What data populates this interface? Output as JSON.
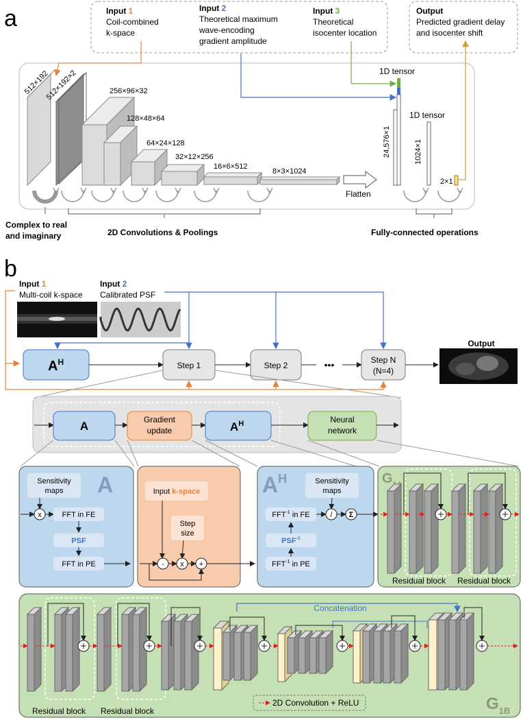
{
  "panel_a": {
    "label": "a",
    "input1": {
      "title": "Input",
      "num": "1",
      "line1": "Coil-combined",
      "line2": "k-space"
    },
    "input2": {
      "title": "Input",
      "num": "2",
      "line1": "Theoretical maximum",
      "line2": "wave-encoding",
      "line3": "gradient amplitude"
    },
    "input3": {
      "title": "Input",
      "num": "3",
      "line1": "Theoretical",
      "line2": "isocenter location"
    },
    "output": {
      "title": "Output",
      "line1": "Predicted gradient delay",
      "line2": "and isocenter shift"
    },
    "dims": [
      "512×192",
      "512×192×2",
      "256×96×32",
      "128×48×64",
      "64×24×128",
      "32×12×256",
      "16×6×512",
      "8×3×1024"
    ],
    "flatten": "Flatten",
    "tensor1": "1D tensor",
    "tensor2": "1D tensor",
    "fc_dims": [
      "24,576×1",
      "1024×1",
      "2×1"
    ],
    "captions": {
      "complex": "Complex to real",
      "complex2": "and imaginary",
      "conv": "2D Convolutions & Poolings",
      "fc": "Fully-connected operations"
    }
  },
  "panel_b": {
    "label": "b",
    "input1": {
      "title": "Input",
      "num": "1",
      "sub": "Multi-coil k-space"
    },
    "input2": {
      "title": "Input",
      "num": "2",
      "sub": "Calibrated PSF"
    },
    "output": "Output",
    "ah": "A",
    "ah_sup": "H",
    "steps": [
      "Step 1",
      "Step 2",
      "Step N",
      "(N=4)"
    ],
    "ellipsis": "•••",
    "detail": {
      "a": "A",
      "grad1": "Gradient",
      "grad2": "update",
      "ah": "A",
      "ah_sup": "H",
      "nn1": "Neural",
      "nn2": "network"
    },
    "box_a": {
      "big": "A",
      "sens1": "Sensitivity",
      "sens2": "maps",
      "x": "x",
      "fft_fe": "FFT in FE",
      "psf": "PSF",
      "fft_pe": "FFT in PE"
    },
    "box_grad": {
      "input_pre": "Input ",
      "input_hl": "k-space",
      "step1": "Step",
      "step2": "size",
      "minus": "-",
      "x": "x",
      "plus": "+"
    },
    "box_ah": {
      "big": "A",
      "big_sup": "H",
      "sens1": "Sensitivity",
      "sens2": "maps",
      "div": "/",
      "sigma": "Σ",
      "ifft_fe": "FFT",
      "ifft_fe_sup": "-1",
      "ifft_fe_rest": " in FE",
      "psf": "PSF",
      "psf_sup": "-1",
      "ifft_pe": "FFT",
      "ifft_pe_sup": "-1",
      "ifft_pe_rest": " in PE"
    },
    "g1a": {
      "label": "G",
      "sub": "1A",
      "res1": "Residual block",
      "res2": "Residual block"
    },
    "g1b": {
      "label": "G",
      "sub": "1B",
      "res1": "Residual block",
      "res2": "Residual block",
      "concat": "Concatenation",
      "legend": "2D Convolution + ReLU"
    }
  },
  "colors": {
    "orange": "#e8823a",
    "blue": "#4472c4",
    "green": "#70ad47",
    "gold": "#c9a227",
    "blue_fill": "#bdd7ee",
    "orange_fill": "#f8cbad",
    "green_fill": "#c5e0b4",
    "red": "#e02020"
  }
}
